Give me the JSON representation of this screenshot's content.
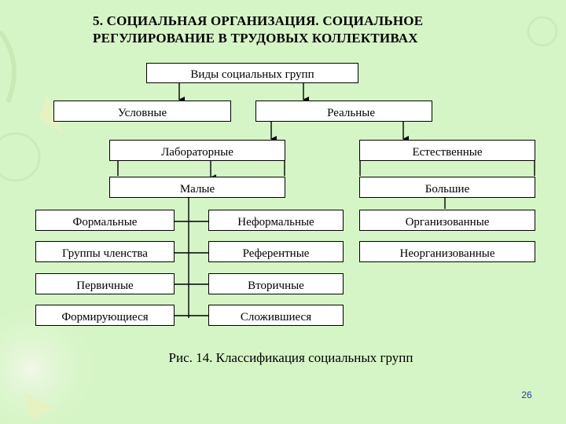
{
  "title": {
    "line1": "5. СОЦИАЛЬНАЯ ОРГАНИЗАЦИЯ. СОЦИАЛЬНОЕ",
    "line2": "РЕГУЛИРОВАНИЕ В ТРУДОВЫХ КОЛЛЕКТИВАХ"
  },
  "diagram": {
    "root": "Виды социальных групп",
    "conditional": "Условные",
    "real": "Реальные",
    "laboratory": "Лабораторные",
    "natural": "Естественные",
    "small": "Малые",
    "large": "Большие",
    "formal": "Формальные",
    "informal": "Неформальные",
    "organized": "Организованные",
    "membership": "Группы членства",
    "reference": "Референтные",
    "unorganized": "Неорганизованные",
    "primary": "Первичные",
    "secondary": "Вторичные",
    "forming": "Формирующиеся",
    "established": "Сложившиеся"
  },
  "caption": "Рис. 14. Классификация социальных групп",
  "page_number": "26",
  "colors": {
    "background": "#d6f5c6",
    "box": "#ffffff",
    "page_number": "#1f3f9f"
  }
}
